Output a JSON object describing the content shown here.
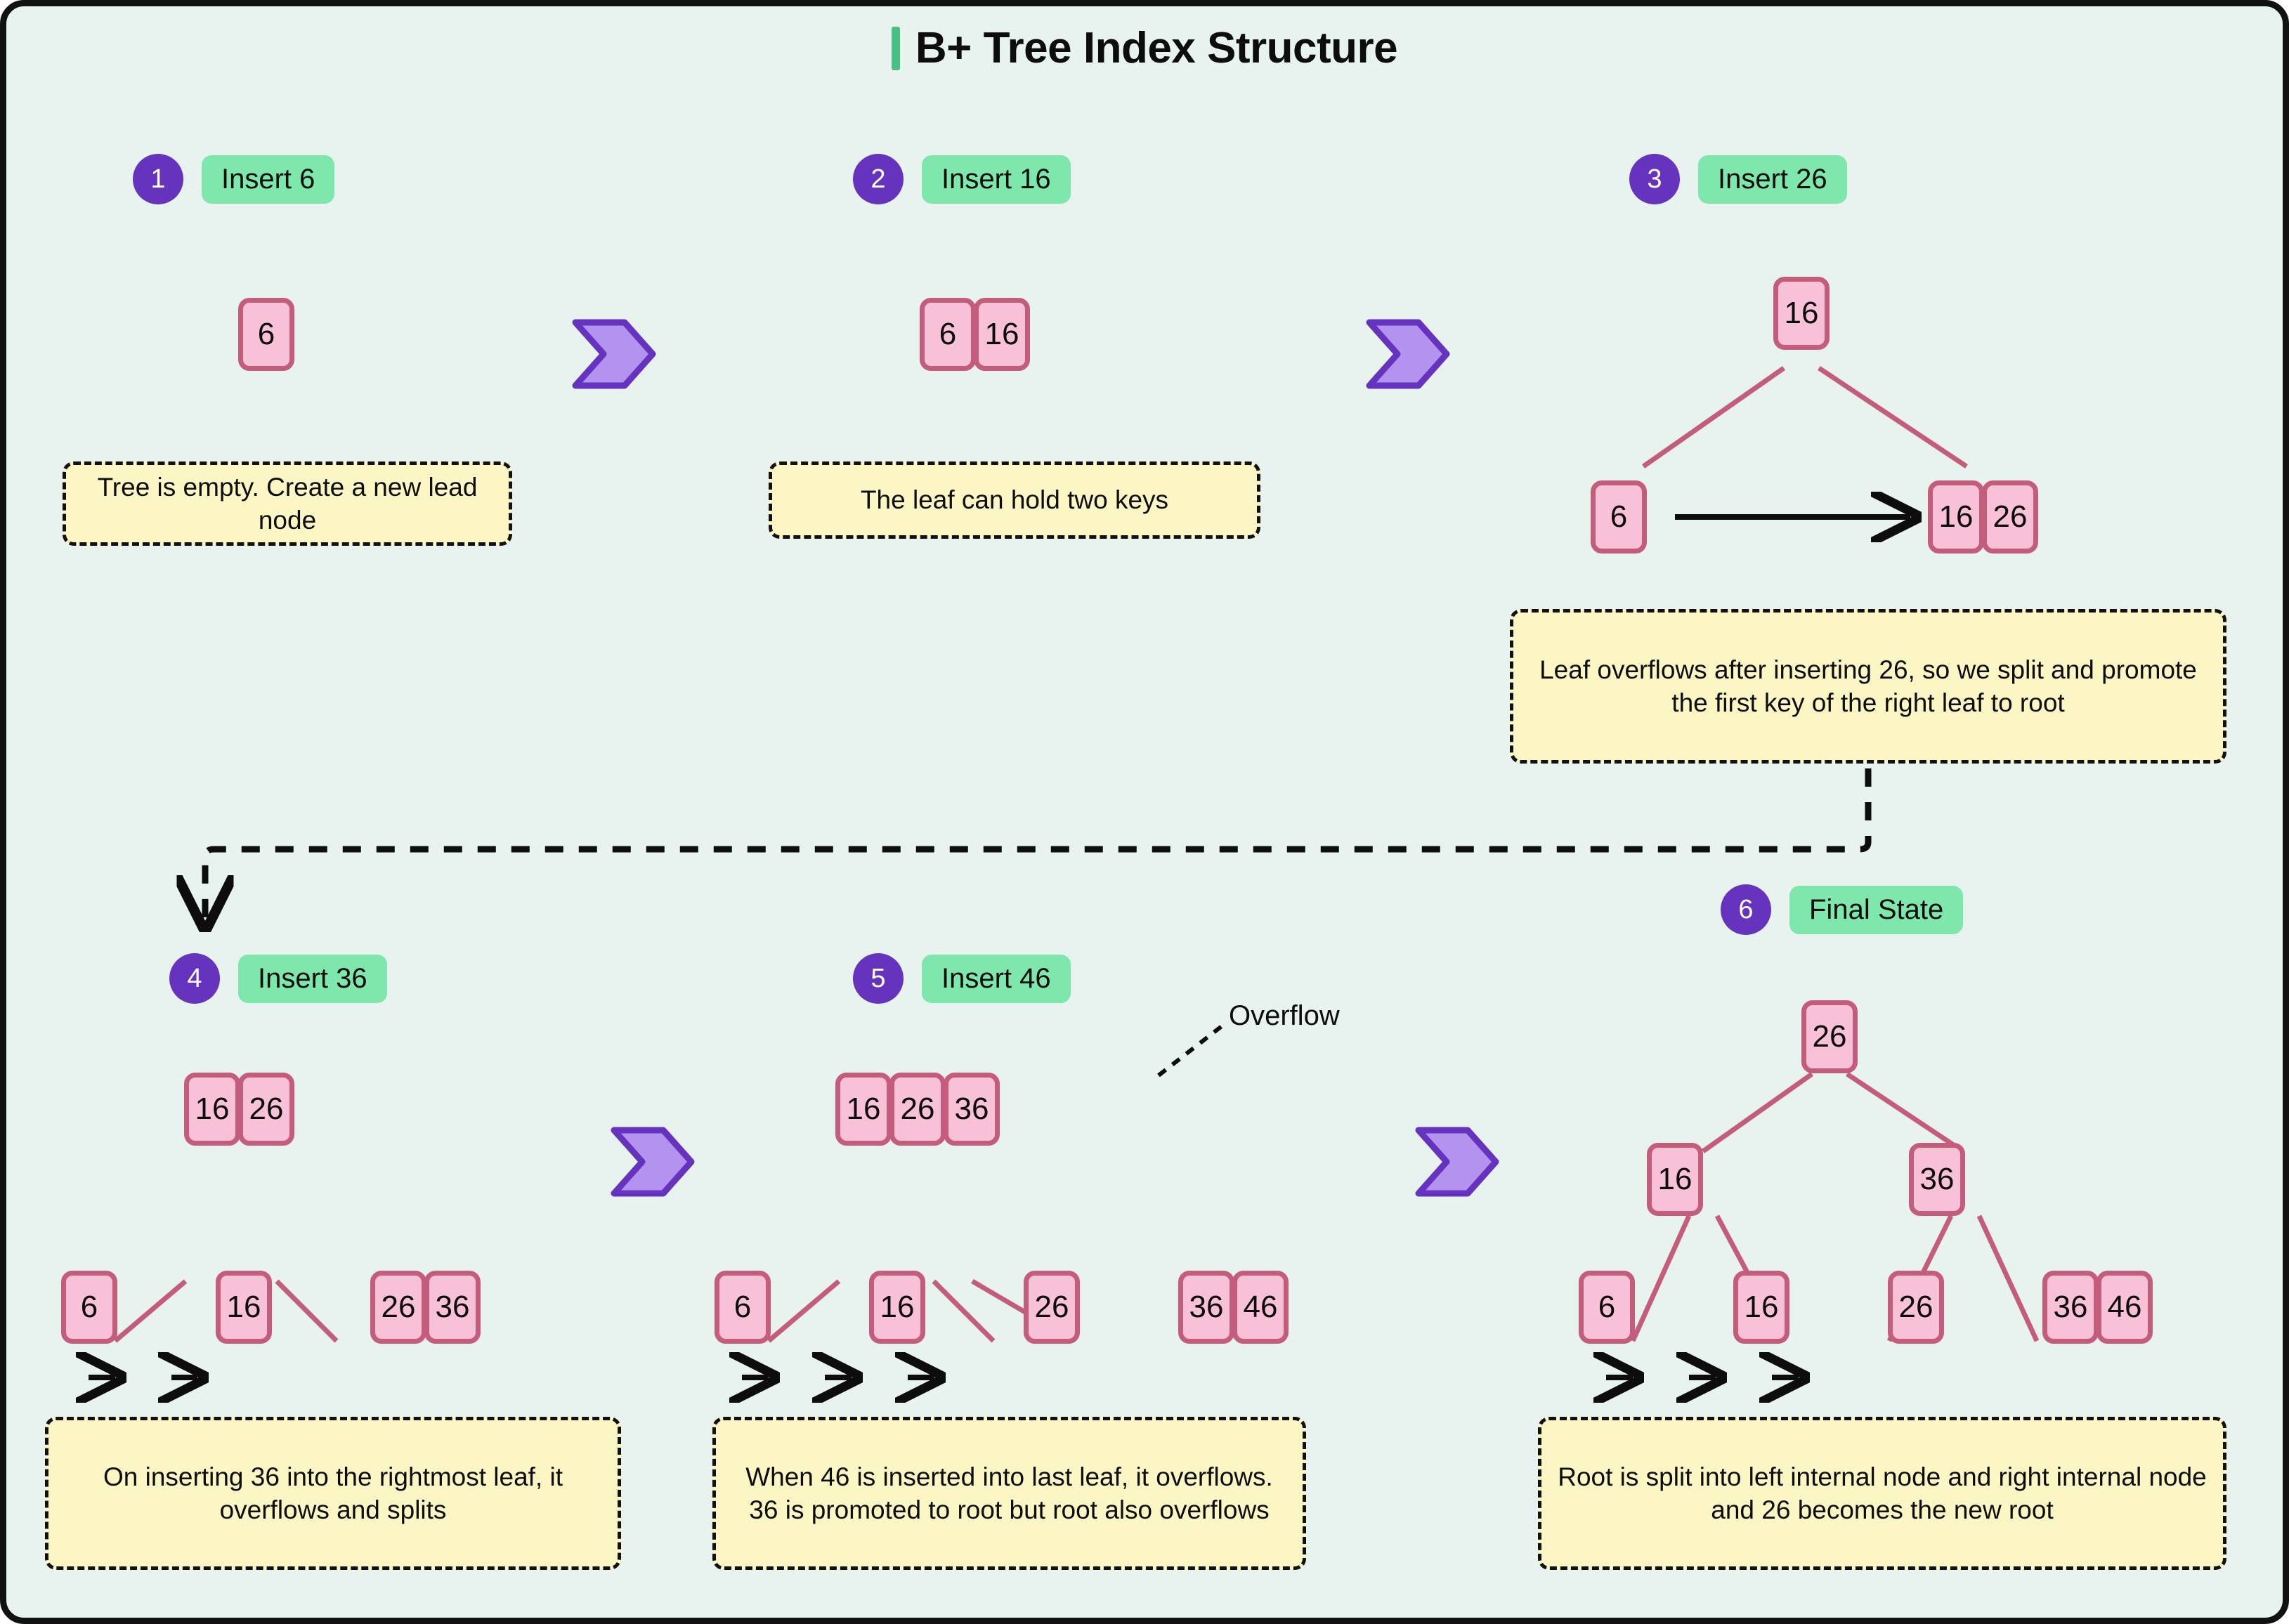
{
  "title": "B+ Tree Index Structure",
  "accent_colors": {
    "title_bar": "#48bf84",
    "badge_purple": "#6633bf",
    "pill_green": "#7ee8ac",
    "node_fill": "#f8c1d8",
    "node_border": "#c45c7c",
    "callout_fill": "#fbf6c4",
    "background": "#e8f2ee",
    "chevron_fill": "#b492f0",
    "chevron_stroke": "#6633bf"
  },
  "steps": [
    {
      "number": "1",
      "label": "Insert 6",
      "note": "Tree is empty. Create a new lead node",
      "tree": {
        "root": [],
        "internal": [],
        "leaves": [
          [
            "6"
          ]
        ]
      }
    },
    {
      "number": "2",
      "label": "Insert 16",
      "note": "The leaf can hold two keys",
      "tree": {
        "root": [],
        "internal": [],
        "leaves": [
          [
            "6",
            "16"
          ]
        ]
      }
    },
    {
      "number": "3",
      "label": "Insert 26",
      "note": "Leaf overflows after inserting 26, so we split and promote the first key of the right leaf to root",
      "tree": {
        "root": [
          "16"
        ],
        "internal": [],
        "leaves": [
          [
            "6"
          ],
          [
            "16",
            "26"
          ]
        ]
      }
    },
    {
      "number": "4",
      "label": "Insert 36",
      "note": "On inserting 36 into the rightmost leaf, it overflows and splits",
      "tree": {
        "root": [
          "16",
          "26"
        ],
        "internal": [],
        "leaves": [
          [
            "6"
          ],
          [
            "16"
          ],
          [
            "26",
            "36"
          ]
        ]
      }
    },
    {
      "number": "5",
      "label": "Insert 46",
      "note": "When 46 is inserted into last leaf, it overflows. 36 is promoted to root but root also overflows",
      "annotation": "Overflow",
      "tree": {
        "root": [
          "16",
          "26",
          "36"
        ],
        "internal": [],
        "leaves": [
          [
            "6"
          ],
          [
            "16"
          ],
          [
            "26"
          ],
          [
            "36",
            "46"
          ]
        ]
      }
    },
    {
      "number": "6",
      "label": "Final State",
      "note": "Root is split into left internal node and right internal node and 26 becomes the new root",
      "tree": {
        "root": [
          "26"
        ],
        "internal": [
          [
            "16"
          ],
          [
            "36"
          ]
        ],
        "leaves": [
          [
            "6"
          ],
          [
            "16"
          ],
          [
            "26"
          ],
          [
            "36",
            "46"
          ]
        ]
      }
    }
  ]
}
